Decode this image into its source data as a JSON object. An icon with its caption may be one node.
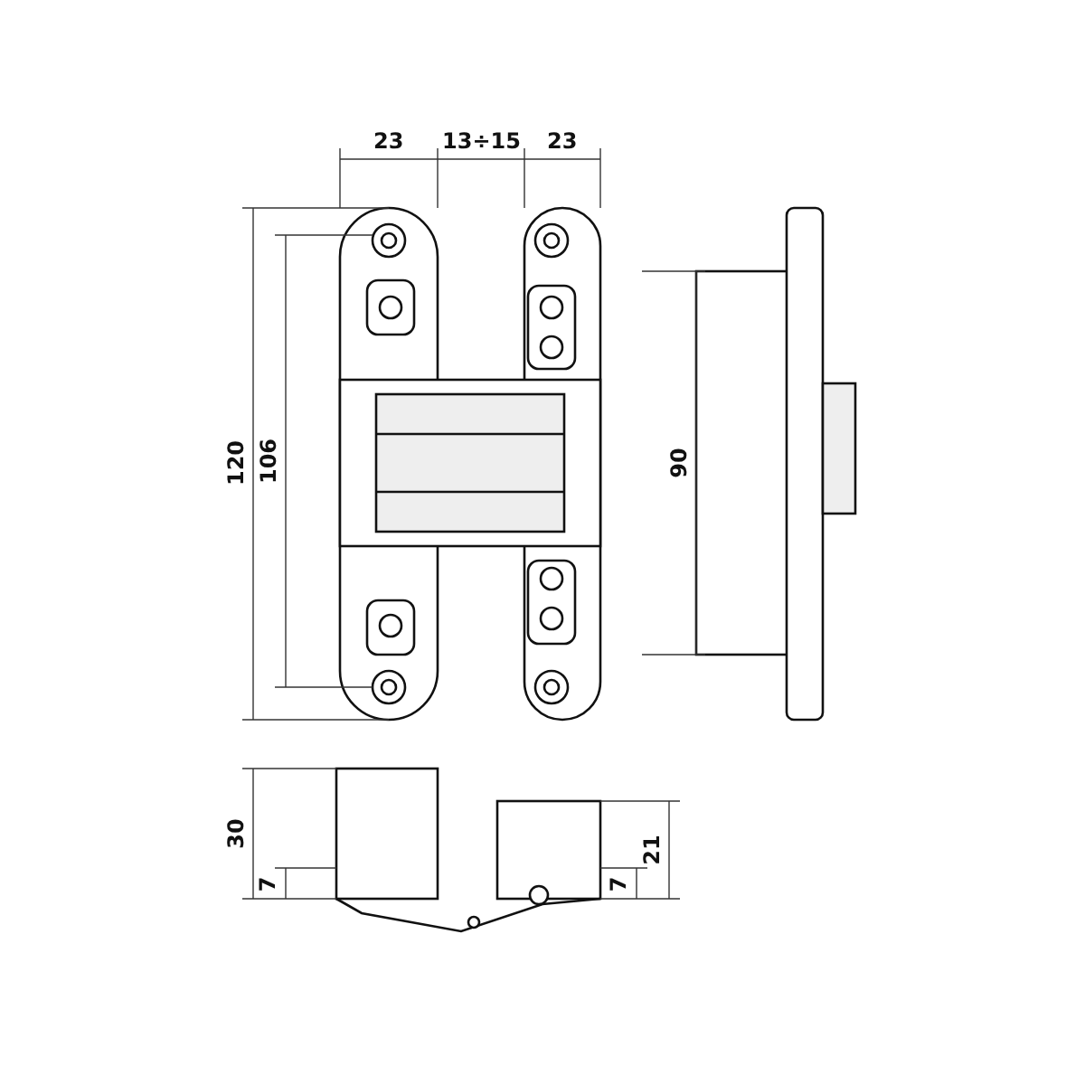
{
  "diagram": {
    "labels": [
      "23",
      "13÷15",
      "23",
      "120",
      "106",
      "90",
      "30",
      "7",
      "7",
      "21"
    ]
  }
}
